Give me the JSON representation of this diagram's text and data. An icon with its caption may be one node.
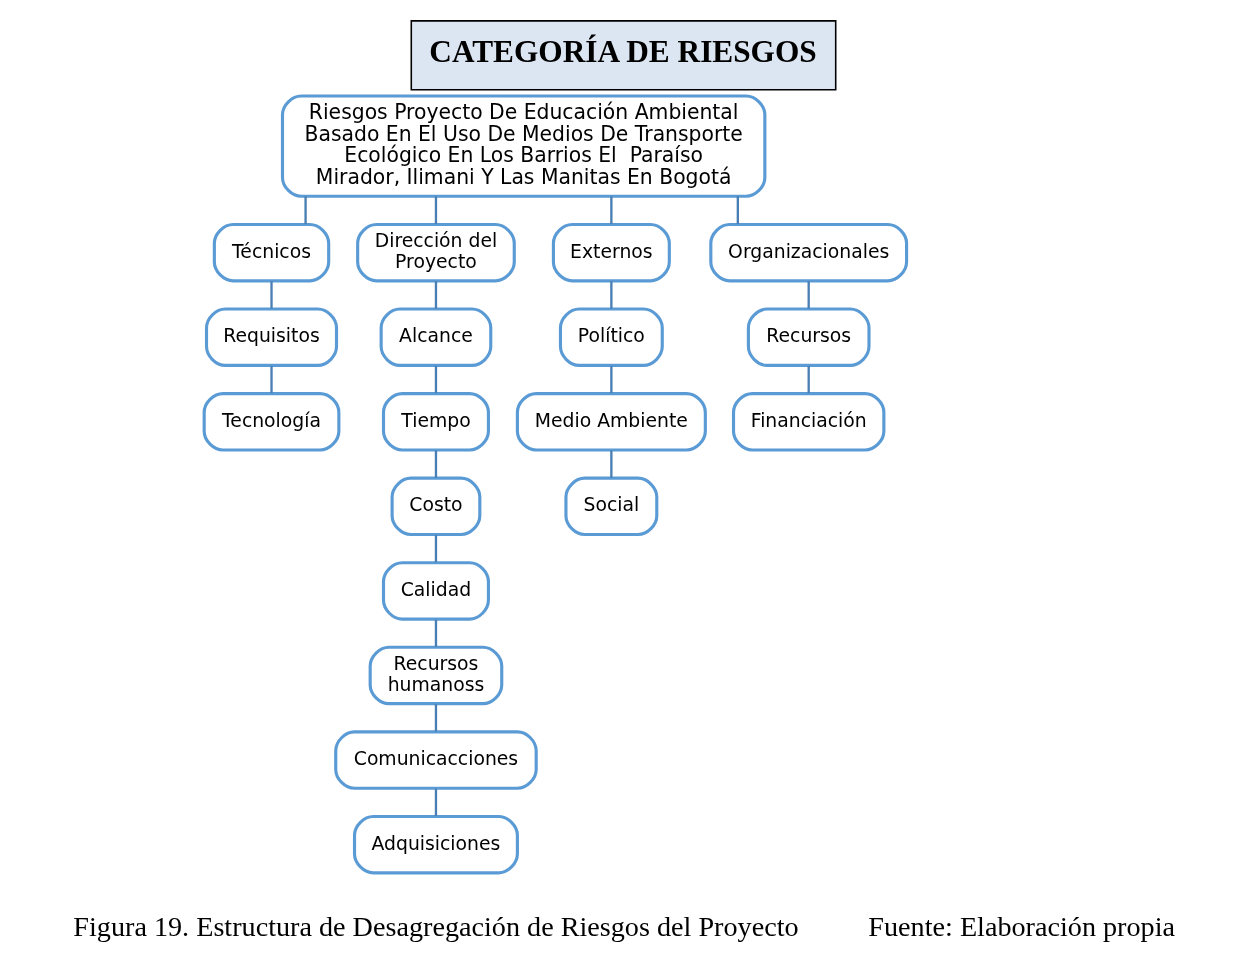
{
  "diagram": {
    "title": "CATEGORÍA DE RIESGOS",
    "caption": "Figura 19. Estructura de Desagregación de Riesgos del Proyecto",
    "nodes": [
      {
        "text": [
          "Riesgos Proyecto De Educación Ambiental Basado En El Uso De Medios De Transporte Ecológico En Los Barrios El  Paraíso Mirador, Ilimani Y Las Manitas En Bogotá"
        ]
      },
      {
        "text": [
          "Técnicos"
        ]
      },
      {
        "text": [
          "Requisitos"
        ]
      },
      {
        "text": [
          "Tecnología"
        ]
      },
      {
        "text": [
          "Dirección del Proyecto"
        ]
      },
      {
        "text": [
          "Alcance"
        ]
      },
      {
        "text": [
          "Tiempo"
        ]
      },
      {
        "text": [
          "Costo"
        ]
      },
      {
        "text": [
          "Calidad"
        ]
      },
      {
        "text": [
          "Recursos humanoss"
        ]
      },
      {
        "text": [
          "Comunicacciones"
        ]
      },
      {
        "text": [
          "Adquisiciones"
        ]
      },
      {
        "text": [
          "Externos"
        ]
      },
      {
        "text": [
          "Político"
        ]
      },
      {
        "text": [
          "Medio Ambiente"
        ]
      },
      {
        "text": [
          "Social"
        ]
      },
      {
        "text": [
          "Organizacionales"
        ]
      },
      {
        "text": [
          "Recursos"
        ]
      },
      {
        "text": [
          "Financiación"
        ]
      }
    ],
    "edges": [
      {
        "from": 0,
        "to": 1,
        "arrow": "none"
      },
      {
        "from": 0,
        "to": 4,
        "arrow": "none"
      },
      {
        "from": 0,
        "to": 12,
        "arrow": "none"
      },
      {
        "from": 0,
        "to": 16,
        "arrow": "none"
      },
      {
        "from": 1,
        "to": 2,
        "arrow": "none"
      },
      {
        "from": 2,
        "to": 3,
        "arrow": "none"
      },
      {
        "from": 4,
        "to": 5,
        "arrow": "none"
      },
      {
        "from": 5,
        "to": 6,
        "arrow": "none"
      },
      {
        "from": 6,
        "to": 7,
        "arrow": "none"
      },
      {
        "from": 7,
        "to": 8,
        "arrow": "none"
      },
      {
        "from": 8,
        "to": 9,
        "arrow": "none"
      },
      {
        "from": 9,
        "to": 10,
        "arrow": "none"
      },
      {
        "from": 10,
        "to": 11,
        "arrow": "none"
      },
      {
        "from": 12,
        "to": 13,
        "arrow": "none"
      },
      {
        "from": 13,
        "to": 14,
        "arrow": "none"
      },
      {
        "from": 14,
        "to": 15,
        "arrow": "none"
      },
      {
        "from": 16,
        "to": 17,
        "arrow": "none"
      },
      {
        "from": 17,
        "to": 18,
        "arrow": "none"
      }
    ],
    "labels": [
      "Fuente: Elaboración propia"
    ]
  }
}
